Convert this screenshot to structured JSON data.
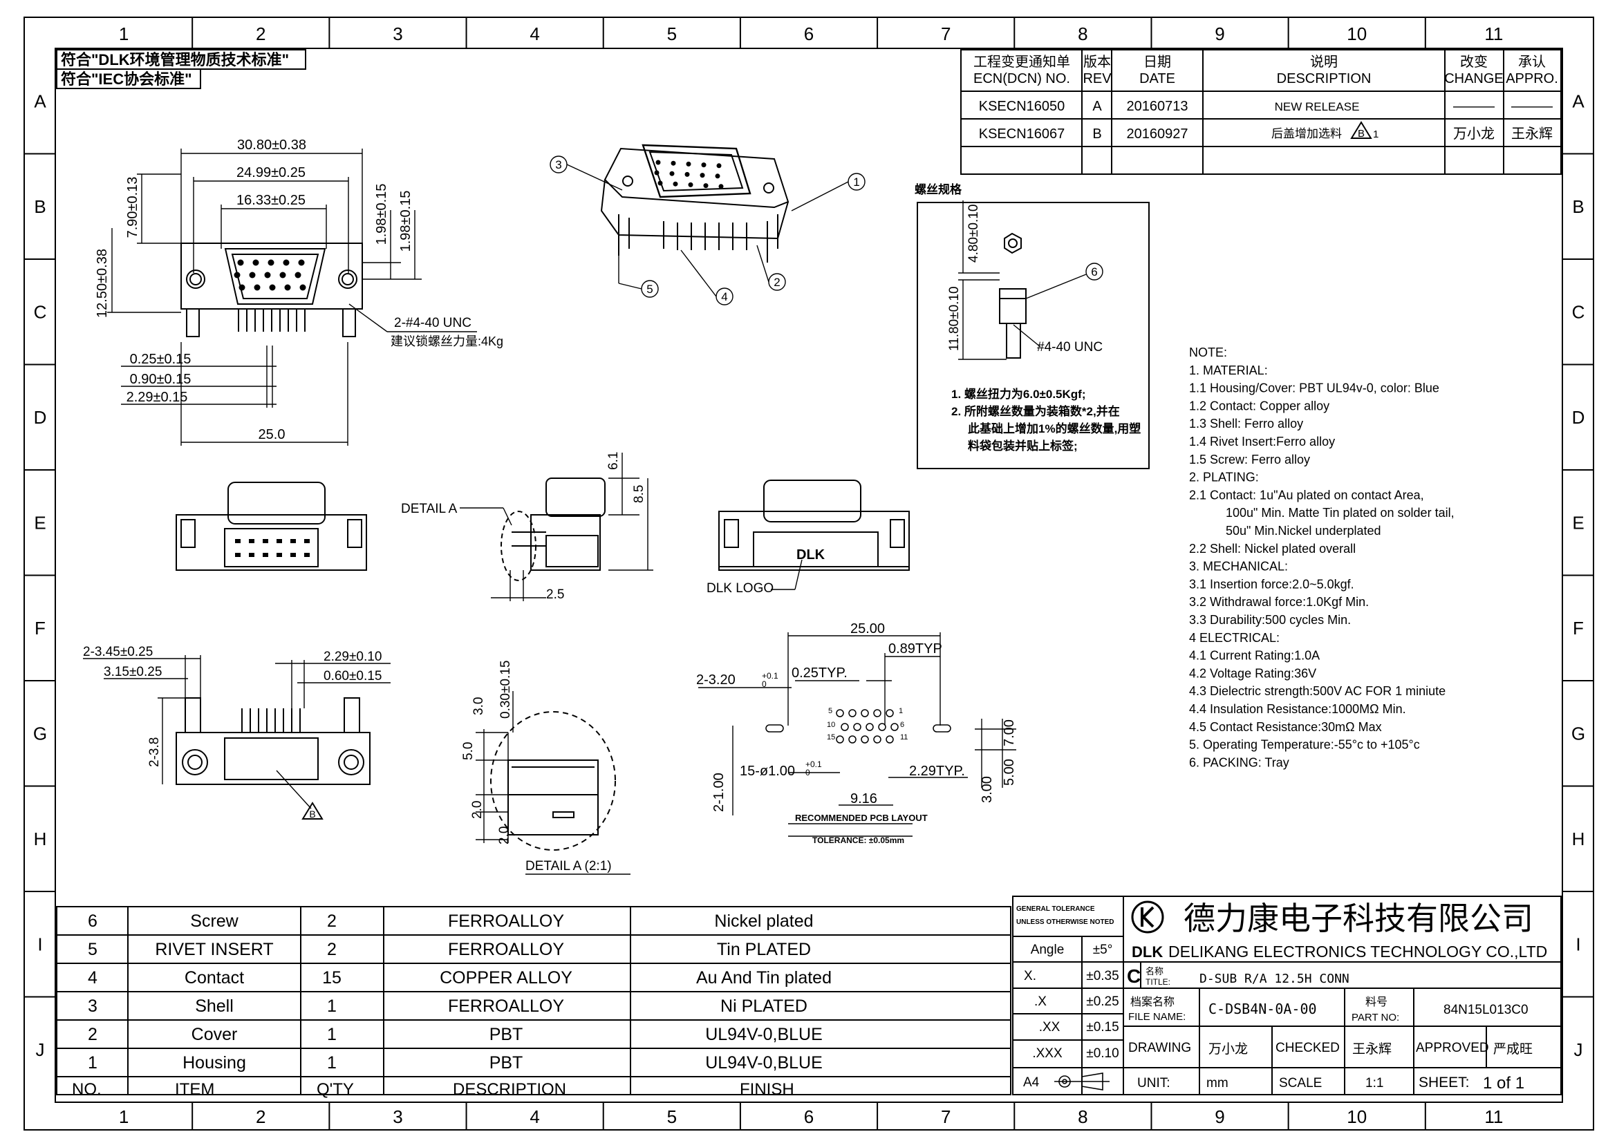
{
  "frame": {
    "cols": [
      "1",
      "2",
      "3",
      "4",
      "5",
      "6",
      "7",
      "8",
      "9",
      "10",
      "11"
    ],
    "rows": [
      "A",
      "B",
      "C",
      "D",
      "E",
      "F",
      "G",
      "H",
      "I",
      "J"
    ]
  },
  "standards": [
    "符合\"DLK环境管理物质技术标准\"",
    "符合\"IEC协会标准\""
  ],
  "revision": {
    "headers": {
      "ecn": [
        "工程变更通知单",
        "ECN(DCN) NO."
      ],
      "rev": [
        "版本",
        "REV"
      ],
      "date": [
        "日期",
        "DATE"
      ],
      "desc": [
        "说明",
        "DESCRIPTION"
      ],
      "change": [
        "改变",
        "CHANGE"
      ],
      "appro": [
        "承认",
        "APPRO."
      ]
    },
    "rows": [
      {
        "ecn": "KSECN16050",
        "rev": "A",
        "date": "20160713",
        "desc": "NEW RELEASE",
        "change": "———",
        "appro": "———"
      },
      {
        "ecn": "KSECN16067",
        "rev": "B",
        "date": "20160927",
        "desc": "后盖增加选料",
        "mark": "B",
        "markNo": "1",
        "change": "万小龙",
        "appro": "王永辉"
      }
    ]
  },
  "top_view": {
    "dims": [
      "30.80±0.38",
      "24.99±0.25",
      "16.33±0.25",
      "7.90±0.13",
      "12.50±0.38",
      "1.98±0.15",
      "1.98±0.15",
      "0.25±0.15",
      "0.90±0.15",
      "2.29±0.15",
      "25.0"
    ],
    "screw_note": "2-#4-40 UNC",
    "torque_note": "建议锁螺丝力量:4Kg"
  },
  "iso_callouts": [
    "1",
    "2",
    "3",
    "4",
    "5"
  ],
  "screw_spec": {
    "title": "螺丝规格",
    "dims": [
      "4.80±0.10",
      "11.80±0.10"
    ],
    "callout": "6",
    "thread": "#4-40 UNC",
    "notes": [
      "1.  螺丝扭力为6.0±0.5Kgf;",
      "2.  所附螺丝数量为装箱数*2,并在",
      "此基础上增加1%的螺丝数量,用塑",
      "料袋包装并贴上标签;"
    ]
  },
  "front_view": {
    "detail_label": "DETAIL A",
    "dims": [
      "6.1",
      "8.5",
      "2.5"
    ],
    "logo_label": "DLK LOGO",
    "logo_text": "DLK"
  },
  "side_view": {
    "dims": [
      "2-3.45±0.25",
      "3.15±0.25",
      "2.29±0.10",
      "0.60±0.15",
      "2-3.8"
    ],
    "mark": "B"
  },
  "detail_a": {
    "dims": [
      "3.0",
      "0.30±0.15",
      "5.0",
      "2.0",
      "2.0"
    ],
    "title": "DETAIL A (2:1)"
  },
  "pcb_layout": {
    "dims": [
      "25.00",
      "0.89TYP",
      "2-3.20",
      "0.25TYP.",
      "15-ø1.00",
      "2.29TYP.",
      "7.00",
      "5.00",
      "3.00",
      "9.16",
      "2-1.00"
    ],
    "tol_plus": "+0.1",
    "tol_minus": "0",
    "pins": [
      "5",
      "1",
      "10",
      "6",
      "15",
      "11"
    ],
    "title": "RECOMMENDED PCB LAYOUT",
    "tolerance": "TOLERANCE: ±0.05mm"
  },
  "notes": [
    "NOTE:",
    "1.  MATERIAL:",
    "1.1  Housing/Cover:  PBT  UL94v-0,  color:  Blue",
    "1.2  Contact:  Copper  alloy",
    "1.3  Shell:  Ferro  alloy",
    "1.4  Rivet  Insert:Ferro  alloy",
    "1.5  Screw:  Ferro  alloy",
    "2.  PLATING:",
    "2.1  Contact:  1u\"Au  plated  on  contact  Area,",
    "100u\"  Min.  Matte  Tin  plated  on  solder  tail,",
    "50u\"  Min.Nickel  underplated",
    "2.2  Shell:  Nickel  plated  overall",
    "3.   MECHANICAL:",
    "3.1  Insertion  force:2.0~5.0kgf.",
    "3.2  Withdrawal  force:1.0Kgf  Min.",
    "3.3  Durability:500  cycles  Min.",
    "4    ELECTRICAL:",
    "4.1  Current  Rating:1.0A",
    "4.2  Voltage  Rating:36V",
    "4.3  Dielectric  strength:500V  AC  FOR  1  miniute",
    "4.4  Insulation  Resistance:1000MΩ  Min.",
    "4.5  Contact  Resistance:30mΩ Max",
    "5.  Operating  Temperature:-55°c  to  +105°c",
    "6.  PACKING:  Tray"
  ],
  "bom": {
    "rows": [
      {
        "no": "6",
        "item": "Screw",
        "qty": "2",
        "desc": "FERROALLOY",
        "finish": "Nickel  plated"
      },
      {
        "no": "5",
        "item": "RIVET  INSERT",
        "qty": "2",
        "desc": "FERROALLOY",
        "finish": "Tin  PLATED"
      },
      {
        "no": "4",
        "item": "Contact",
        "qty": "15",
        "desc": "COPPER  ALLOY",
        "finish": "Au  And  Tin  plated"
      },
      {
        "no": "3",
        "item": "Shell",
        "qty": "1",
        "desc": "FERROALLOY",
        "finish": "Ni  PLATED"
      },
      {
        "no": "2",
        "item": "Cover",
        "qty": "1",
        "desc": "PBT",
        "finish": "UL94V-0,BLUE"
      },
      {
        "no": "1",
        "item": "Housing",
        "qty": "1",
        "desc": "PBT",
        "finish": "UL94V-0,BLUE"
      }
    ],
    "headers": {
      "no": "NO.",
      "item": "ITEM",
      "qty": "Q'TY",
      "desc": "DESCRIPTION",
      "finish": "FINISH"
    }
  },
  "title_block": {
    "gen_tol": [
      "GENERAL TOLERANCE",
      "UNLESS OTHERWISE NOTED"
    ],
    "tol_rows": [
      [
        "Angle",
        "±5°"
      ],
      [
        "X.",
        "±0.35"
      ],
      [
        ".X",
        "±0.25"
      ],
      [
        ".XX",
        "±0.15"
      ],
      [
        ".XXX",
        "±0.10"
      ]
    ],
    "size": "A4",
    "company_cn": "德力康电子科技有限公司",
    "logo": "DLK",
    "company_en": "DELIKANG  ELECTRONICS  TECHNOLOGY  CO.,LTD",
    "rev_letter": "C",
    "title_label": [
      "名称",
      "TITLE:"
    ],
    "title": "D-SUB R/A 12.5H CONN",
    "file_label": [
      "档案名称",
      "FILE NAME:"
    ],
    "file": "C-DSB4N-0A-00",
    "part_label": [
      "料号",
      "PART NO:"
    ],
    "part": "84N15L013C0",
    "drawing_label": "DRAWING",
    "drawing": "万小龙",
    "checked_label": "CHECKED",
    "checked": "王永辉",
    "approved_label": "APPROVED",
    "approved": "严成旺",
    "unit_label": "UNIT:",
    "unit": "mm",
    "scale_label": "SCALE",
    "scale": "1:1",
    "sheet_label": "SHEET:",
    "sheet": "1  of  1"
  }
}
